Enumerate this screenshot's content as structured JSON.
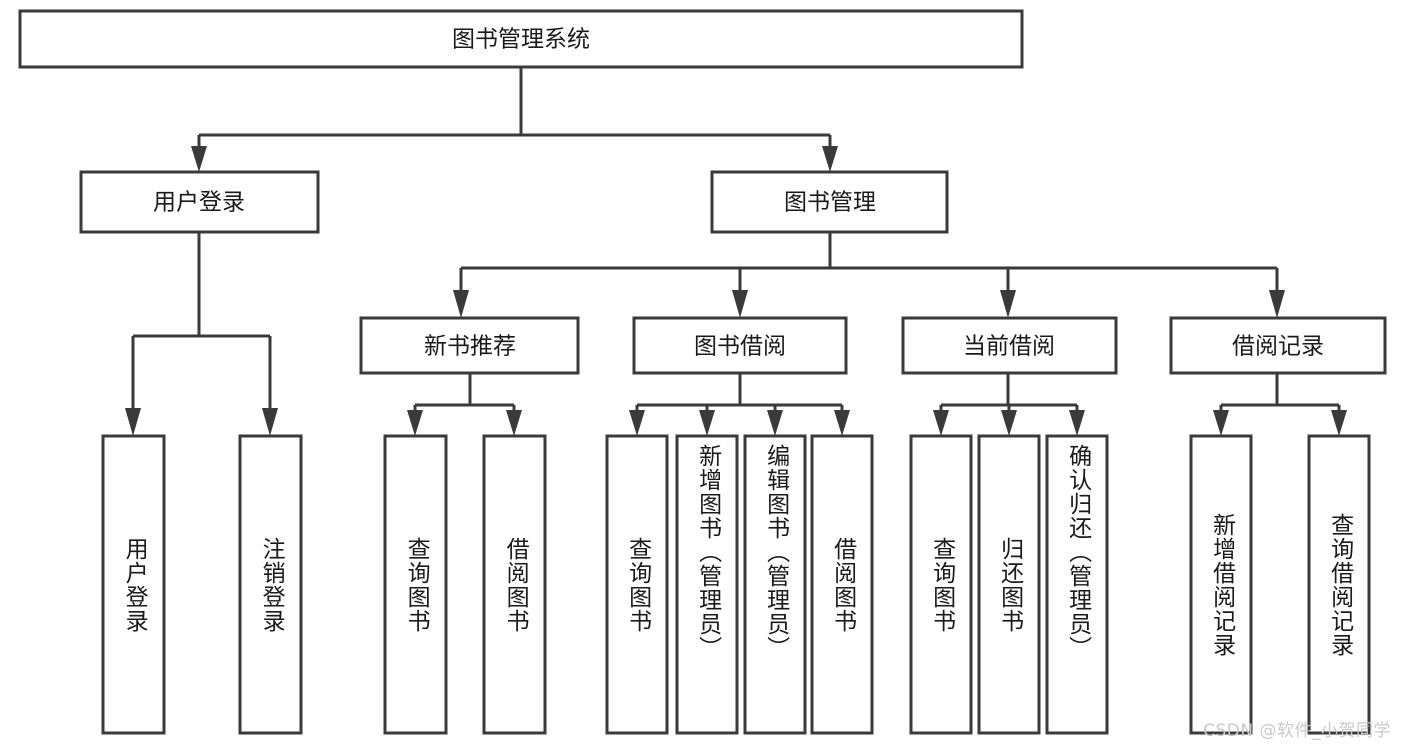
{
  "diagram": {
    "type": "tree-hierarchy",
    "title": "图书管理系统",
    "root": {
      "id": "root",
      "label": "图书管理系统",
      "orientation": "horizontal"
    },
    "level2": [
      {
        "id": "user-login",
        "label": "用户登录",
        "orientation": "horizontal"
      },
      {
        "id": "book-manage",
        "label": "图书管理",
        "orientation": "horizontal"
      }
    ],
    "level3": [
      {
        "id": "new-book-rec",
        "label": "新书推荐",
        "orientation": "horizontal",
        "parent": "book-manage"
      },
      {
        "id": "book-borrow",
        "label": "图书借阅",
        "orientation": "horizontal",
        "parent": "book-manage"
      },
      {
        "id": "current-borrow",
        "label": "当前借阅",
        "orientation": "horizontal",
        "parent": "book-manage"
      },
      {
        "id": "borrow-record",
        "label": "借阅记录",
        "orientation": "horizontal",
        "parent": "book-manage"
      }
    ],
    "leaves": [
      {
        "id": "leaf-user-login",
        "label": "用户登录",
        "orientation": "vertical",
        "parent": "user-login"
      },
      {
        "id": "leaf-user-logout",
        "label": "注销登录",
        "orientation": "vertical",
        "parent": "user-login"
      },
      {
        "id": "leaf-query-book-1",
        "label": "查询图书",
        "orientation": "vertical",
        "parent": "new-book-rec"
      },
      {
        "id": "leaf-borrow-book-1",
        "label": "借阅图书",
        "orientation": "vertical",
        "parent": "new-book-rec"
      },
      {
        "id": "leaf-query-book-2",
        "label": "查询图书",
        "orientation": "vertical",
        "parent": "book-borrow"
      },
      {
        "id": "leaf-add-book",
        "label": "新增图书（管理员）",
        "orientation": "vertical",
        "parent": "book-borrow"
      },
      {
        "id": "leaf-edit-book",
        "label": "编辑图书（管理员）",
        "orientation": "vertical",
        "parent": "book-borrow"
      },
      {
        "id": "leaf-borrow-book-2",
        "label": "借阅图书",
        "orientation": "vertical",
        "parent": "book-borrow"
      },
      {
        "id": "leaf-query-book-3",
        "label": "查询图书",
        "orientation": "vertical",
        "parent": "current-borrow"
      },
      {
        "id": "leaf-return-book",
        "label": "归还图书",
        "orientation": "vertical",
        "parent": "current-borrow"
      },
      {
        "id": "leaf-confirm-return",
        "label": "确认归还（管理员）",
        "orientation": "vertical",
        "parent": "current-borrow"
      },
      {
        "id": "leaf-add-record",
        "label": "新增借阅记录",
        "orientation": "vertical",
        "parent": "borrow-record"
      },
      {
        "id": "leaf-query-record",
        "label": "查询借阅记录",
        "orientation": "vertical",
        "parent": "borrow-record"
      }
    ],
    "colors": {
      "box_stroke": "#3a3a3a",
      "box_fill": "#ffffff",
      "connector": "#3a3a3a",
      "text": "#1a1a1a",
      "background": "#ffffff",
      "watermark": "#c9c9c9"
    }
  },
  "watermark": {
    "text": "CSDN @软件_小贺同学"
  }
}
